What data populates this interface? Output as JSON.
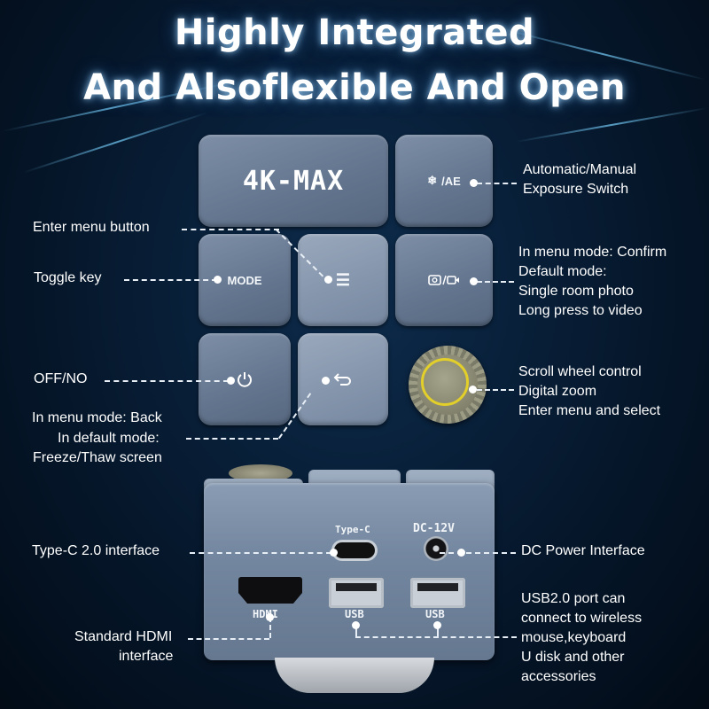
{
  "headline": {
    "line1": "Highly Integrated",
    "line2": "And Alsoflexible And Open"
  },
  "device_top": {
    "brand": "4K-MAX",
    "keys": {
      "ae_label": "/AE",
      "ae_icon": "snowflake-icon",
      "mode_label": "MODE",
      "menu_icon": "menu-icon",
      "camera_icon": "camera-video-icon",
      "power_icon": "power-icon",
      "back_icon": "back-arrow-icon"
    }
  },
  "device_side": {
    "ports": {
      "typec_label": "Type-C",
      "dc_label": "DC-12V",
      "hdmi_label": "HDMI",
      "usb1_label": "USB",
      "usb2_label": "USB"
    }
  },
  "callouts": {
    "enter_menu": "Enter menu button",
    "toggle_key": "Toggle key",
    "off_no": "OFF/NO",
    "back_line1": "In menu mode: Back",
    "back_line2": "In default mode:",
    "back_line3": "Freeze/Thaw screen",
    "exposure_line1": "Automatic/Manual",
    "exposure_line2": "Exposure Switch",
    "confirm_line1": "In menu mode: Confirm",
    "confirm_line2": "Default mode:",
    "confirm_line3": "Single room photo",
    "confirm_line4": "Long press to video",
    "wheel_line1": "Scroll wheel control",
    "wheel_line2": "Digital zoom",
    "wheel_line3": "Enter menu and select",
    "typec": "Type-C 2.0 interface",
    "dc_power": "DC Power Interface",
    "usb_line1": "USB2.0 port can",
    "usb_line2": "connect to wireless",
    "usb_line3": "mouse,keyboard",
    "usb_line4": "U disk and other",
    "usb_line5": "accessories",
    "hdmi_line1": "Standard HDMI",
    "hdmi_line2": "interface"
  },
  "colors": {
    "background": "#06182d",
    "device_body": "#7487a0",
    "wheel_ring": "#e3cf2a"
  }
}
